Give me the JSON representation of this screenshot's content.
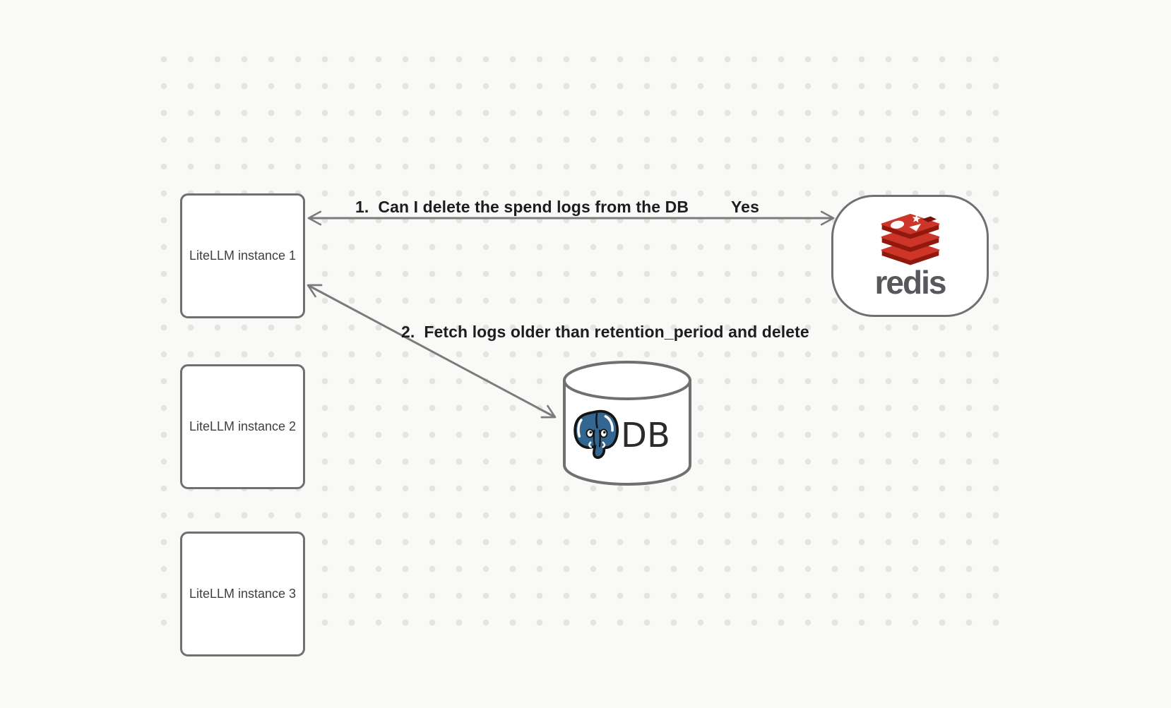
{
  "canvas": {
    "type": "diagram-whiteboard",
    "grid": "dotted"
  },
  "colors": {
    "background": "#f9f9f8",
    "grid_dot": "#e4e4e3",
    "node_border": "#707070",
    "node_fill": "#ffffff",
    "arrow": "#7b7b7b",
    "edge_label_text": "#1d1d1f",
    "node_label_text": "#3f3f3f",
    "redis_red": "#cc3528",
    "redis_red_dark": "#91180c",
    "redis_red_notch": "#7a1208",
    "redis_wordmark_gray": "#56585b",
    "postgres_blue": "#336791",
    "db_label_text": "#2b2b2b",
    "logo_outline": "#141414",
    "logo_white": "#ffffff"
  },
  "nodes": {
    "litellm_instances": [
      {
        "label": "LiteLLM instance 1"
      },
      {
        "label": "LiteLLM instance 2"
      },
      {
        "label": "LiteLLM instance 3"
      }
    ],
    "redis": {
      "wordmark": "redis",
      "icon": "redis-3d-stack-logo"
    },
    "db": {
      "label": "DB",
      "icon": "postgresql-elephant-logo",
      "shape": "database-cylinder"
    }
  },
  "edges": [
    {
      "id": "redis-query",
      "from": "LiteLLM instance 1",
      "to": "redis",
      "label": "1.  Can I delete the spend logs from the DB",
      "reply": "Yes",
      "direction": "bidirectional"
    },
    {
      "id": "db-fetch",
      "from": "LiteLLM instance 1",
      "to": "DB",
      "label": "2.  Fetch logs older than retention_period and delete",
      "direction": "bidirectional"
    }
  ]
}
